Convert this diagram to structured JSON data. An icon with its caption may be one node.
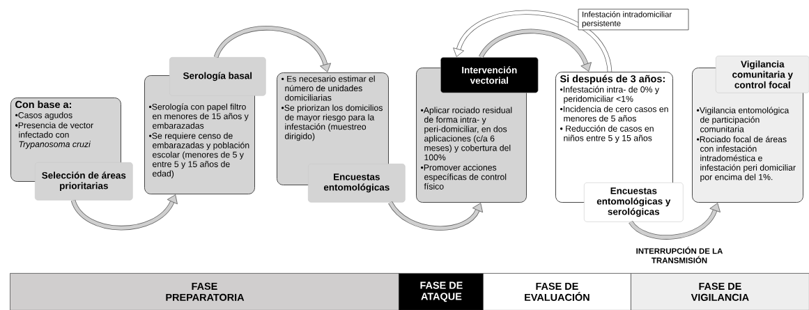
{
  "diagram": {
    "nodes": [
      {
        "text": [
          "Con base a:",
          "•Casos agudos",
          "•Presencia de vector infectado con *Trypanosoma cruzi*"
        ]
      },
      {
        "text": [
          "Selección de áreas prioritarias"
        ]
      },
      {
        "text": [
          "•Serología con papel filtro en menores de 15 años y embarazadas",
          "•Se requiere censo de embarazadas y población escolar (menores de 5 y entre 5 y 15 años de edad)"
        ]
      },
      {
        "text": [
          "Serología basal"
        ]
      },
      {
        "text": [
          "• Es necesario estimar el número de unidades domiciliarias",
          "•Se priorizan los domicilios de mayor riesgo para la infestación (muestreo dirigido)"
        ]
      },
      {
        "text": [
          "Encuestas entomológicas"
        ]
      },
      {
        "text": [
          "•Aplicar rociado residual de forma intra- y peri-domiciliar, en dos aplicaciones (c/a 6 meses) y cobertura del 100%",
          "•Promover acciones específicas de control físico"
        ]
      },
      {
        "text": [
          "Intervención vectorial"
        ]
      },
      {
        "text": [
          "Si después de 3 años:",
          "•Infestación intra- de 0% y peridomiciliar <1%",
          "•Incidencia de cero casos en menores de 5 años",
          "• Reducción de casos en niños entre 5 y 15 años"
        ]
      },
      {
        "text": [
          "Encuestas entomológicas y serológicas"
        ]
      },
      {
        "text": [
          "•Vigilancia entomológica de participación comunitaria",
          "•Rociado focal de áreas con infestación intradoméstica e infestación peri domiciliar por encima del 1%."
        ]
      },
      {
        "text": [
          "Vigilancia comunitaria y control focal"
        ]
      },
      {
        "text": [
          "FASE PREPARATORIA"
        ]
      },
      {
        "text": [
          "FASE DE ATAQUE"
        ]
      },
      {
        "text": [
          "FASE DE EVALUACIÓN"
        ]
      },
      {
        "text": [
          "FASE DE VIGILANCIA"
        ]
      }
    ],
    "edges": [
      {
        "from": 1,
        "to": 2,
        "arrow": "to"
      },
      {
        "from": 3,
        "to": 4,
        "arrow": "to"
      },
      {
        "from": 5,
        "to": 6,
        "arrow": "to"
      },
      {
        "from": 7,
        "to": 8,
        "arrow": "to"
      },
      {
        "from": 8,
        "to": 7,
        "arrow": "to",
        "label": "Infestación intradomiciliar persistente"
      },
      {
        "from": 9,
        "to": 10,
        "arrow": "to"
      }
    ],
    "labels": [
      "INTERRUPCIÓN DE LA TRANSMISIÓN"
    ]
  }
}
